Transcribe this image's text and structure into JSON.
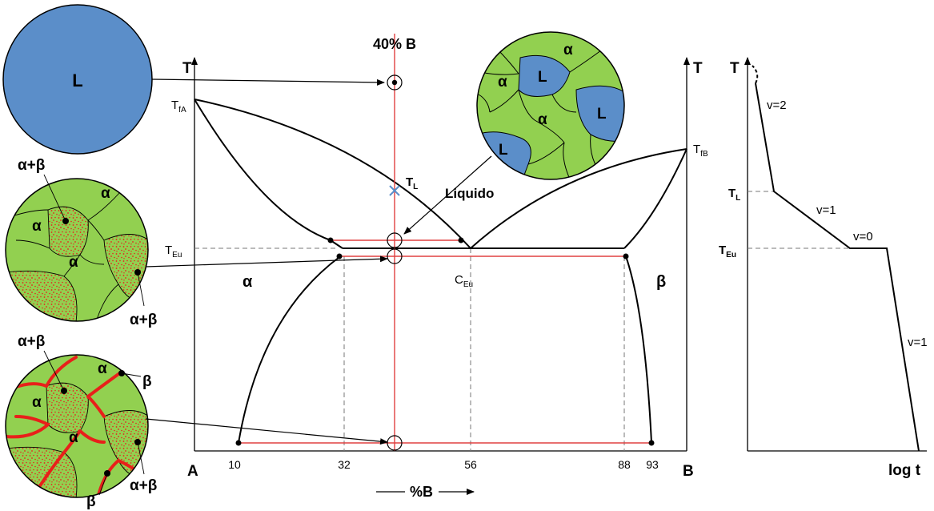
{
  "colors": {
    "liquid_blue": "#5b8ec9",
    "alpha_green": "#92d050",
    "red": "#e8201a",
    "line": "#000000",
    "dashed": "#777777",
    "guide_red": "#e04040"
  },
  "header": {
    "composition": "40% B"
  },
  "axes": {
    "T_left": "T",
    "T_right": "T",
    "A": "A",
    "B": "B",
    "x_title": "%B",
    "ticks": [
      "10",
      "32",
      "56",
      "88",
      "93"
    ]
  },
  "phase_labels": {
    "TfA_main": "T",
    "TfA_sub": "fA",
    "TfB_main": "T",
    "TfB_sub": "fB",
    "TEu_main": "T",
    "TEu_sub": "Eu",
    "CEu_main": "C",
    "CEu_sub": "Eu",
    "TL_main": "T",
    "TL_sub": "L",
    "alpha": "α",
    "beta": "β",
    "liquido": "Liquido"
  },
  "micro": {
    "liquid_label": "L",
    "alpha": "α",
    "beta": "β",
    "alphabeta": "α+β",
    "L": "L"
  },
  "cooling": {
    "T": "T",
    "TL_main": "T",
    "TL_sub": "L",
    "TEu_main": "T",
    "TEu_sub": "Eu",
    "x_title": "log t",
    "v2": "v=2",
    "v1a": "v=1",
    "v0": "v=0",
    "v1b": "v=1"
  }
}
